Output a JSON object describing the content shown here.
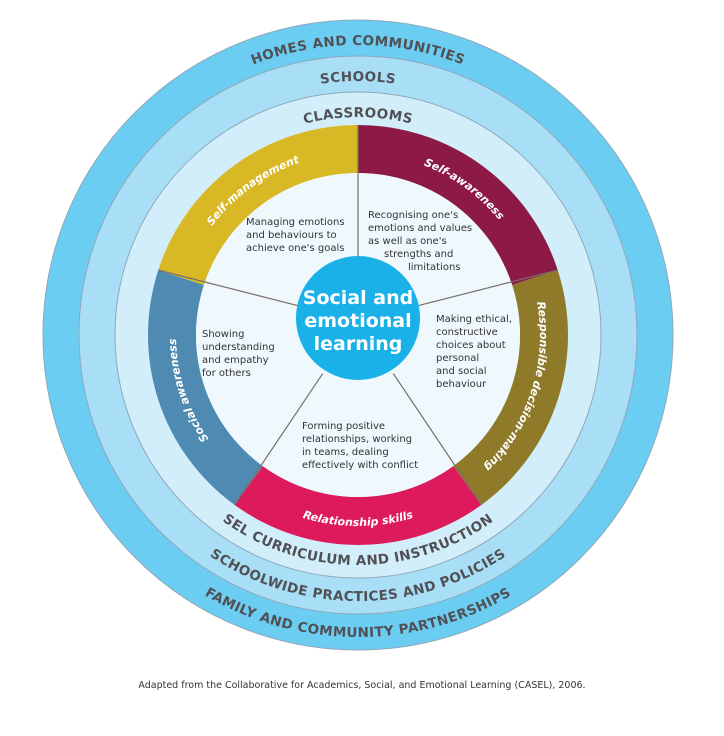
{
  "diagram": {
    "title": "Social and emotional learning",
    "center_lines": [
      "Social and",
      "emotional",
      "learning"
    ],
    "colors": {
      "ring_outer": "#6ccdf2",
      "ring_middle": "#a8dff7",
      "ring_inner": "#d3eefb",
      "core_bg": "#eef8fd",
      "center": "#1ab0e8",
      "divider": "#7a6e66",
      "ring_text": "#505055"
    },
    "rings": [
      {
        "top_label": "HOMES AND COMMUNITIES",
        "bottom_label": "FAMILY AND COMMUNITY PARTNERSHIPS"
      },
      {
        "top_label": "SCHOOLS",
        "bottom_label": "SCHOOLWIDE PRACTICES AND POLICIES"
      },
      {
        "top_label": "CLASSROOMS",
        "bottom_label": "SEL CURRICULUM AND INSTRUCTION"
      }
    ],
    "competencies": [
      {
        "name": "Self-awareness",
        "color": "#8c1a45",
        "description": [
          "Recognising one's",
          "emotions and values",
          "as well as one's",
          "strengths and",
          "limitations"
        ]
      },
      {
        "name": "Responsible decision-making",
        "color": "#8f7a2a",
        "description": [
          "Making ethical,",
          "constructive",
          "choices about",
          "personal",
          "and social",
          "behaviour"
        ]
      },
      {
        "name": "Relationship skills",
        "color": "#dc1a5c",
        "description": [
          "Forming positive",
          "relationships, working",
          "in teams, dealing",
          "effectively with conflict"
        ]
      },
      {
        "name": "Social awareness",
        "color": "#4f8ab3",
        "description": [
          "Showing",
          "understanding",
          "and empathy",
          "for others"
        ]
      },
      {
        "name": "Self-management",
        "color": "#d9b826",
        "description": [
          "Managing emotions",
          "and behaviours to",
          "achieve one's goals"
        ]
      }
    ]
  },
  "caption": "Adapted from the Collaborative for Academics, Social, and Emotional Learning (CASEL), 2006."
}
